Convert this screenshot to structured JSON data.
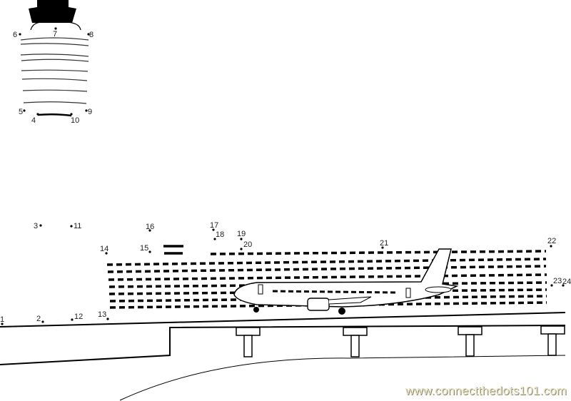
{
  "worksheet": {
    "dots": [
      {
        "n": "1"
      },
      {
        "n": "2"
      },
      {
        "n": "3"
      },
      {
        "n": "4"
      },
      {
        "n": "5"
      },
      {
        "n": "6"
      },
      {
        "n": "7"
      },
      {
        "n": "8"
      },
      {
        "n": "9"
      },
      {
        "n": "10"
      },
      {
        "n": "11"
      },
      {
        "n": "12"
      },
      {
        "n": "13"
      },
      {
        "n": "14"
      },
      {
        "n": "15"
      },
      {
        "n": "16"
      },
      {
        "n": "17"
      },
      {
        "n": "18"
      },
      {
        "n": "19"
      },
      {
        "n": "20"
      },
      {
        "n": "21"
      },
      {
        "n": "22"
      },
      {
        "n": "23"
      },
      {
        "n": "24"
      }
    ],
    "watermark": "www.connectthedots101.com"
  }
}
